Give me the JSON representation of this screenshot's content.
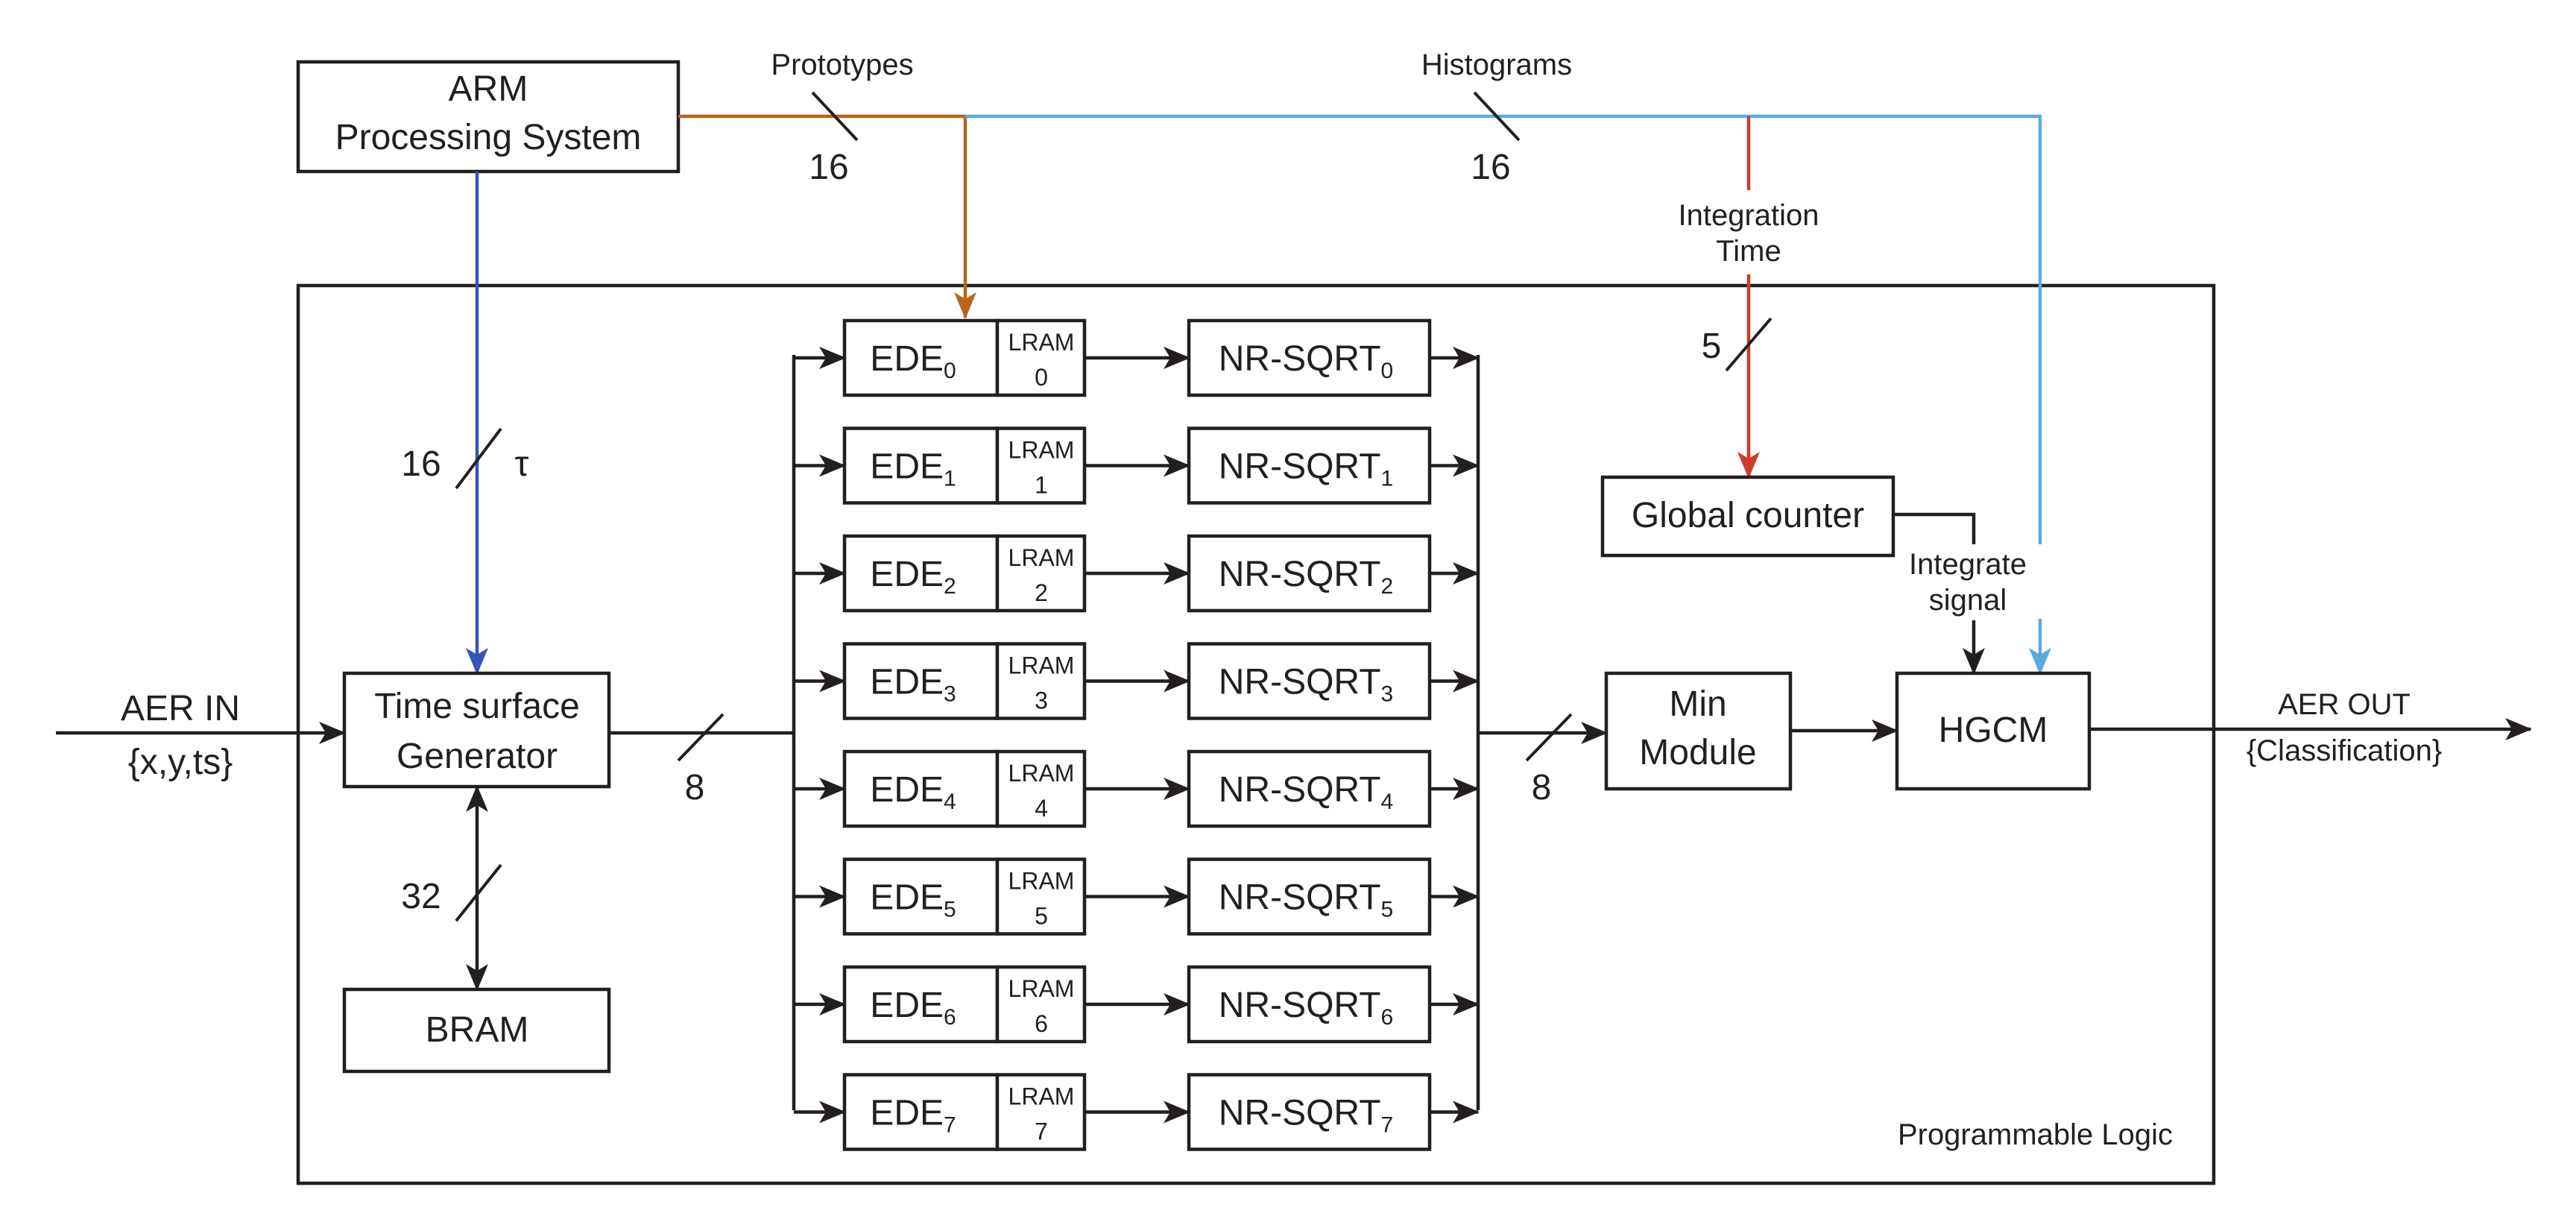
{
  "colors": {
    "line": "#231f20",
    "prototypes": "#b5651d",
    "histograms": "#5aabe0",
    "integration_time": "#d03a2a",
    "tau": "#3355b8"
  },
  "arm": {
    "line1": "ARM",
    "line2": "Processing System"
  },
  "labels": {
    "prototypes": "Prototypes",
    "histograms": "Histograms",
    "integration_line1": "Integration",
    "integration_line2": "Time",
    "integrate_line1": "Integrate",
    "integrate_line2": "signal",
    "programmable_logic": "Programmable Logic",
    "aer_in": "AER IN",
    "aer_in_sub": "{x,y,ts}",
    "aer_out": "AER OUT",
    "aer_out_sub": "{Classification}",
    "tau": "τ"
  },
  "widths": {
    "prototypes": "16",
    "histograms": "16",
    "integration": "5",
    "tau": "16",
    "bram": "32",
    "ts_out": "8",
    "min_in": "8"
  },
  "blocks": {
    "time_surface_line1": "Time surface",
    "time_surface_line2": "Generator",
    "bram": "BRAM",
    "global_counter": "Global counter",
    "min_line1": "Min",
    "min_line2": "Module",
    "hgcm": "HGCM"
  },
  "lanes": [
    {
      "ede": "EDE",
      "sub": "0",
      "lram": "LRAM",
      "lram_idx": "0",
      "sqrt": "NR-SQRT",
      "sqrt_sub": "0"
    },
    {
      "ede": "EDE",
      "sub": "1",
      "lram": "LRAM",
      "lram_idx": "1",
      "sqrt": "NR-SQRT",
      "sqrt_sub": "1"
    },
    {
      "ede": "EDE",
      "sub": "2",
      "lram": "LRAM",
      "lram_idx": "2",
      "sqrt": "NR-SQRT",
      "sqrt_sub": "2"
    },
    {
      "ede": "EDE",
      "sub": "3",
      "lram": "LRAM",
      "lram_idx": "3",
      "sqrt": "NR-SQRT",
      "sqrt_sub": "3"
    },
    {
      "ede": "EDE",
      "sub": "4",
      "lram": "LRAM",
      "lram_idx": "4",
      "sqrt": "NR-SQRT",
      "sqrt_sub": "4"
    },
    {
      "ede": "EDE",
      "sub": "5",
      "lram": "LRAM",
      "lram_idx": "5",
      "sqrt": "NR-SQRT",
      "sqrt_sub": "5"
    },
    {
      "ede": "EDE",
      "sub": "6",
      "lram": "LRAM",
      "lram_idx": "6",
      "sqrt": "NR-SQRT",
      "sqrt_sub": "6"
    },
    {
      "ede": "EDE",
      "sub": "7",
      "lram": "LRAM",
      "lram_idx": "7",
      "sqrt": "NR-SQRT",
      "sqrt_sub": "7"
    }
  ]
}
